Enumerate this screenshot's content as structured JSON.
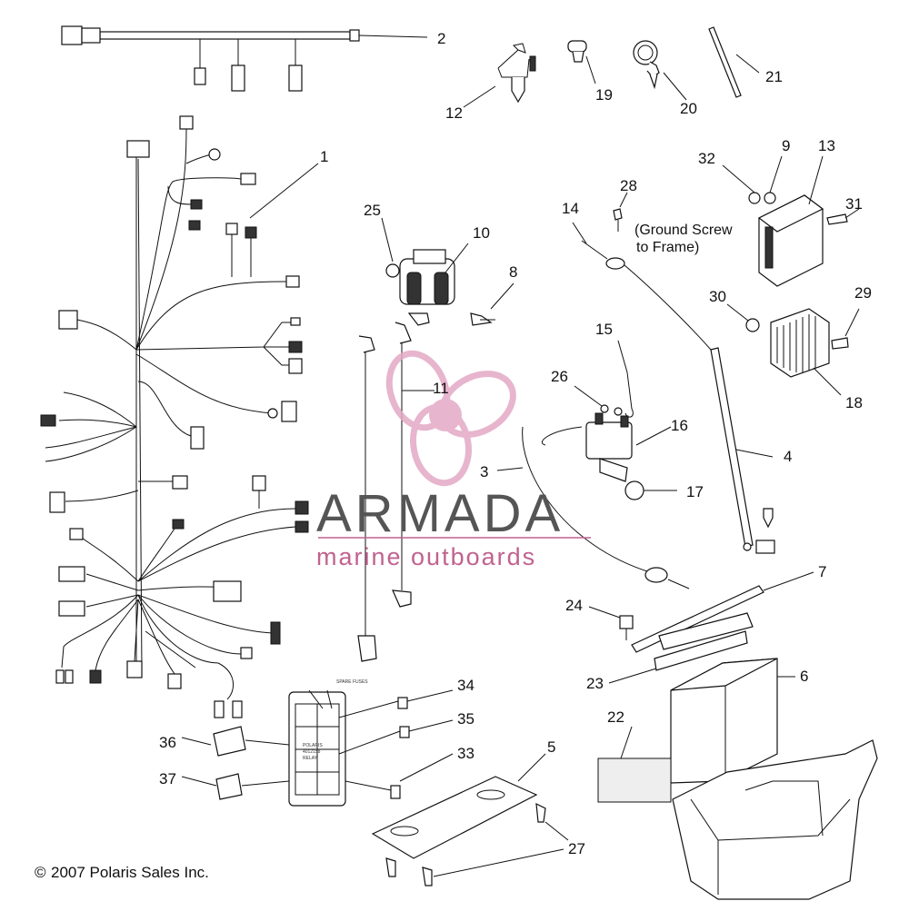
{
  "callouts": [
    {
      "id": "1",
      "label": "1"
    },
    {
      "id": "2",
      "label": "2"
    },
    {
      "id": "3",
      "label": "3"
    },
    {
      "id": "4",
      "label": "4"
    },
    {
      "id": "5",
      "label": "5"
    },
    {
      "id": "6",
      "label": "6"
    },
    {
      "id": "7",
      "label": "7"
    },
    {
      "id": "8",
      "label": "8"
    },
    {
      "id": "9",
      "label": "9"
    },
    {
      "id": "10",
      "label": "10"
    },
    {
      "id": "11",
      "label": "11"
    },
    {
      "id": "12",
      "label": "12"
    },
    {
      "id": "13",
      "label": "13"
    },
    {
      "id": "14",
      "label": "14"
    },
    {
      "id": "15",
      "label": "15"
    },
    {
      "id": "16",
      "label": "16"
    },
    {
      "id": "17",
      "label": "17"
    },
    {
      "id": "18",
      "label": "18"
    },
    {
      "id": "19",
      "label": "19"
    },
    {
      "id": "20",
      "label": "20"
    },
    {
      "id": "21",
      "label": "21"
    },
    {
      "id": "22",
      "label": "22"
    },
    {
      "id": "23",
      "label": "23"
    },
    {
      "id": "24",
      "label": "24"
    },
    {
      "id": "25",
      "label": "25"
    },
    {
      "id": "26",
      "label": "26"
    },
    {
      "id": "27",
      "label": "27"
    },
    {
      "id": "28",
      "label": "28"
    },
    {
      "id": "29",
      "label": "29"
    },
    {
      "id": "30",
      "label": "30"
    },
    {
      "id": "31",
      "label": "31"
    },
    {
      "id": "32",
      "label": "32"
    },
    {
      "id": "33",
      "label": "33"
    },
    {
      "id": "34",
      "label": "34"
    },
    {
      "id": "35",
      "label": "35"
    },
    {
      "id": "36",
      "label": "36"
    },
    {
      "id": "37",
      "label": "37"
    }
  ],
  "notes": {
    "ground_line1": "(Ground Screw",
    "ground_line2": "to Frame)",
    "spare_fuses": "SPARE FUSES",
    "fuse_box_line1": "POLARIS",
    "fuse_box_line2": "4012158",
    "fuse_box_line3": "RELAY"
  },
  "watermark": {
    "title": "ARMADA",
    "subtitle": "marine outboards",
    "colors": {
      "text": "#555555",
      "accent": "#c0628f",
      "logo": "#e3a9c5"
    }
  },
  "copyright": "2007 Polaris Sales Inc.",
  "copyright_symbol": "©"
}
